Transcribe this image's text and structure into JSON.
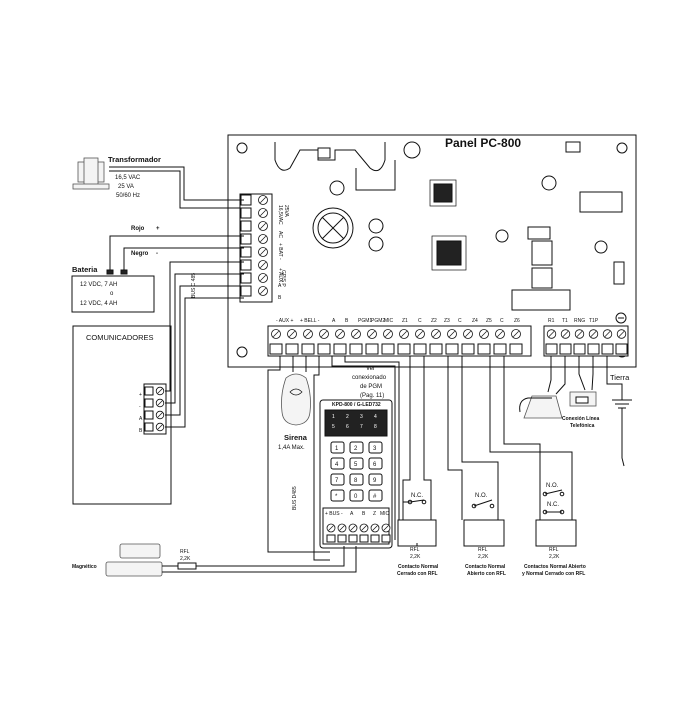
{
  "panel": {
    "title": "Panel  PC-800"
  },
  "transformer": {
    "title": "Transformador",
    "specs": [
      "16,5 VAC",
      "25 VA",
      "50/60 Hz"
    ]
  },
  "wires": {
    "red": "Rojo",
    "black": "Negro",
    "plus": "+",
    "minus": "-"
  },
  "battery": {
    "title": "Bateria",
    "line1": "12 VDC, 7 AH",
    "or": "o",
    "line2": "12 VDC, 4 AH"
  },
  "left_terminals": [
    "16,5VAC",
    "25VA",
    "AC",
    "+ BAT -",
    "+ AUX -",
    "GPIS P",
    "A",
    "B"
  ],
  "bus_label_left": "BUS C 485",
  "communicators": {
    "title": "COMUNICADORES",
    "pins": [
      "+",
      "-",
      "A",
      "B"
    ]
  },
  "bottom_terminals": [
    "- AUX +",
    "+ BELL -",
    "A",
    "B",
    "PGM1",
    "PGM2",
    "MIC",
    "Z1",
    "C",
    "Z2",
    "Z3",
    "C",
    "Z4",
    "Z5",
    "C",
    "Z6"
  ],
  "phone_terminals": [
    "R1",
    "T1",
    "RNG",
    "T1P"
  ],
  "pgm_note": [
    "Ver",
    "conexionado",
    "de PGM",
    "(Pag. 11)"
  ],
  "siren": {
    "title": "Sirena",
    "spec": "1,4A Max."
  },
  "keypad": {
    "model": "KPD-800 / G-LED732",
    "led_numbers": [
      "1",
      "2",
      "3",
      "4",
      "5",
      "6",
      "7",
      "8"
    ],
    "keys": [
      "1",
      "2",
      "3",
      "4",
      "5",
      "6",
      "7",
      "8",
      "9",
      "*",
      "0",
      "#"
    ],
    "terminal_labels": [
      "+ BUS -",
      "A",
      "B",
      "Z",
      "MIC"
    ]
  },
  "bus_label_keypad": "BUS D485",
  "ground": {
    "label": "Tierra"
  },
  "phone": {
    "label_line1": "Conexión Línea",
    "label_line2": "Telefónica"
  },
  "magnetic": {
    "label": "Magnético",
    "rfl": "RFL",
    "value": "2,2K"
  },
  "contacts": [
    {
      "states": [
        "N.C."
      ],
      "rfl": "RFL",
      "value": "2,2K",
      "caption": [
        "Contacto Normal",
        "Cerrado con RFL"
      ]
    },
    {
      "states": [
        "N.O."
      ],
      "rfl": "RFL",
      "value": "2,2K",
      "caption": [
        "Contacto Normal",
        "Abierto con RFL"
      ]
    },
    {
      "states": [
        "N.O.",
        "N.C."
      ],
      "rfl": "RFL",
      "value": "2,2K",
      "caption": [
        "Contactos Normal Abierto",
        "y Normal Cerrado con RFL"
      ]
    }
  ]
}
